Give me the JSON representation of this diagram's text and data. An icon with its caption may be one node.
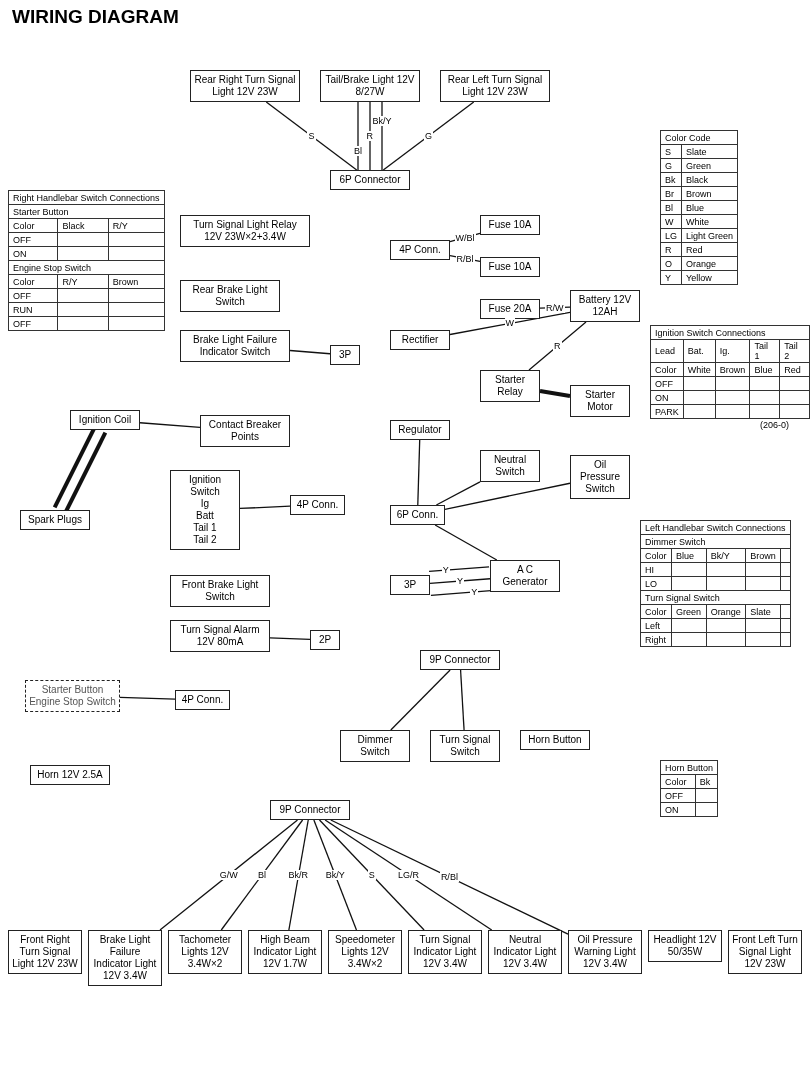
{
  "diagram": {
    "title": "WIRING DIAGRAM",
    "nodes": [
      {
        "text": [
          "Rear Right Turn Signal Light 12V 23W"
        ]
      },
      {
        "text": [
          "Tail/Brake Light 12V 8/27W"
        ]
      },
      {
        "text": [
          "Rear Left Turn Signal Light 12V 23W"
        ]
      },
      {
        "text": [
          "6P Connector"
        ]
      },
      {
        "text": [
          "4P Conn."
        ]
      },
      {
        "text": [
          "Fuse 10A"
        ]
      },
      {
        "text": [
          "Fuse 10A"
        ]
      },
      {
        "text": [
          "Fuse 20A"
        ]
      },
      {
        "text": [
          "Battery 12V 12AH"
        ]
      },
      {
        "text": [
          "Rectifier"
        ]
      },
      {
        "text": [
          "Starter Relay"
        ]
      },
      {
        "text": [
          "Starter Motor"
        ]
      },
      {
        "text": [
          "Regulator"
        ]
      },
      {
        "text": [
          "Neutral Switch"
        ]
      },
      {
        "text": [
          "Oil Pressure Switch"
        ]
      },
      {
        "text": [
          "6P Conn."
        ]
      },
      {
        "text": [
          "3P"
        ]
      },
      {
        "text": [
          "A C Generator"
        ]
      },
      {
        "text": [
          "Turn Signal Light Relay 12V 23W×2+3.4W"
        ]
      },
      {
        "text": [
          "Rear Brake Light Switch"
        ]
      },
      {
        "text": [
          "Brake Light Failure Indicator Switch"
        ]
      },
      {
        "text": [
          "3P"
        ]
      },
      {
        "text": [
          "Ignition Coil"
        ]
      },
      {
        "text": [
          "Contact Breaker Points"
        ]
      },
      {
        "text": [
          "Spark Plugs"
        ]
      },
      {
        "text": [
          "Ignition Switch",
          "Ig",
          "Batt",
          "Tail 1",
          "Tail 2"
        ]
      },
      {
        "text": [
          "4P Conn."
        ]
      },
      {
        "text": [
          "Front Brake Light Switch"
        ]
      },
      {
        "text": [
          "Turn Signal Alarm 12V 80mA"
        ]
      },
      {
        "text": [
          "2P"
        ]
      },
      {
        "text": [
          "4P Conn."
        ]
      },
      {
        "text": [
          "Starter Button Engine Stop Switch"
        ]
      },
      {
        "text": [
          "Horn 12V 2.5A"
        ]
      },
      {
        "text": [
          "9P Connector"
        ]
      },
      {
        "text": [
          "Dimmer Switch"
        ]
      },
      {
        "text": [
          "Turn Signal Switch"
        ]
      },
      {
        "text": [
          "Horn Button"
        ]
      },
      {
        "text": [
          "9P Connector"
        ]
      },
      {
        "text": [
          "Front Right Turn Signal Light 12V 23W"
        ]
      },
      {
        "text": [
          "Brake Light Failure Indicator Light 12V 3.4W"
        ]
      },
      {
        "text": [
          "Tachometer Lights 12V 3.4W×2"
        ]
      },
      {
        "text": [
          "High Beam Indicator Light 12V 1.7W"
        ]
      },
      {
        "text": [
          "Speedometer Lights 12V 3.4W×2"
        ]
      },
      {
        "text": [
          "Turn Signal Indicator Light 12V 3.4W"
        ]
      },
      {
        "text": [
          "Neutral Indicator Light 12V 3.4W"
        ]
      },
      {
        "text": [
          "Oil Pressure Warning Light 12V 3.4W"
        ]
      },
      {
        "text": [
          "Headlight 12V 50/35W"
        ]
      },
      {
        "text": [
          "Front Left Turn Signal Light 12V 23W"
        ]
      }
    ],
    "edges": [
      {
        "from": 0,
        "to": 3,
        "arrow": "none",
        "label": "S"
      },
      {
        "from": 1,
        "to": 3,
        "arrow": "none",
        "label": "Bk/Y"
      },
      {
        "from": 1,
        "to": 3,
        "arrow": "none",
        "label": "R"
      },
      {
        "from": 1,
        "to": 3,
        "arrow": "none",
        "label": "Bl"
      },
      {
        "from": 2,
        "to": 3,
        "arrow": "none",
        "label": "G"
      },
      {
        "from": 4,
        "to": 5,
        "arrow": "none",
        "label": "W/Bl"
      },
      {
        "from": 4,
        "to": 6,
        "arrow": "none",
        "label": "R/Bl"
      },
      {
        "from": 7,
        "to": 8,
        "arrow": "none",
        "label": "R/W"
      },
      {
        "from": 9,
        "to": 8,
        "arrow": "none",
        "label": "W"
      },
      {
        "from": 8,
        "to": 10,
        "arrow": "none",
        "label": "R"
      },
      {
        "from": 10,
        "to": 11,
        "arrow": "none",
        "style": "thick"
      },
      {
        "from": 12,
        "to": 15,
        "arrow": "none"
      },
      {
        "from": 13,
        "to": 15,
        "arrow": "none"
      },
      {
        "from": 14,
        "to": 15,
        "arrow": "none"
      },
      {
        "from": 15,
        "to": 17,
        "arrow": "none"
      },
      {
        "from": 16,
        "to": 17,
        "arrow": "none",
        "label": "Y"
      },
      {
        "from": 16,
        "to": 17,
        "arrow": "none",
        "label": "Y"
      },
      {
        "from": 16,
        "to": 17,
        "arrow": "none",
        "label": "Y"
      },
      {
        "from": 20,
        "to": 21,
        "arrow": "none"
      },
      {
        "from": 22,
        "to": 23,
        "arrow": "none"
      },
      {
        "from": 22,
        "to": 24,
        "arrow": "none",
        "style": "thick"
      },
      {
        "from": 22,
        "to": 24,
        "arrow": "none",
        "style": "thick"
      },
      {
        "from": 25,
        "to": 26,
        "arrow": "none"
      },
      {
        "from": 28,
        "to": 29,
        "arrow": "none"
      },
      {
        "from": 31,
        "to": 30,
        "arrow": "none"
      },
      {
        "from": 34,
        "to": 33,
        "arrow": "none"
      },
      {
        "from": 35,
        "to": 33,
        "arrow": "none"
      },
      {
        "from": 37,
        "to": 39,
        "arrow": "none",
        "label": "G/W"
      },
      {
        "from": 37,
        "to": 40,
        "arrow": "none",
        "label": "Bl"
      },
      {
        "from": 37,
        "to": 41,
        "arrow": "none",
        "label": "Bk/R"
      },
      {
        "from": 37,
        "to": 42,
        "arrow": "none",
        "label": "Bk/Y"
      },
      {
        "from": 37,
        "to": 43,
        "arrow": "none",
        "label": "S"
      },
      {
        "from": 37,
        "to": 44,
        "arrow": "none",
        "label": "LG/R"
      },
      {
        "from": 37,
        "to": 45,
        "arrow": "none",
        "label": "R/Bl"
      }
    ],
    "labels": [
      "Right Handlebar Switch Connections",
      "Starter Button",
      "Color",
      "Black",
      "R/Y",
      "OFF",
      "ON",
      "Engine Stop Switch",
      "Color",
      "R/Y",
      "Brown",
      "OFF",
      "RUN",
      "OFF",
      "Color Code",
      "S",
      "Slate",
      "G",
      "Green",
      "Bk",
      "Black",
      "Br",
      "Brown",
      "Bl",
      "Blue",
      "W",
      "White",
      "LG",
      "Light Green",
      "R",
      "Red",
      "O",
      "Orange",
      "Y",
      "Yellow",
      "Ignition Switch Connections",
      "Lead",
      "Bat.",
      "Ig.",
      "Tail 1",
      "Tail 2",
      "Color",
      "White",
      "Brown",
      "Blue",
      "Red",
      "OFF",
      "ON",
      "PARK",
      "(206-0)",
      "Left Handlebar Switch Connections",
      "Dimmer Switch",
      "Color",
      "Blue",
      "Bk/Y",
      "Brown",
      "HI",
      "LO",
      "Turn Signal Switch",
      "Color",
      "Green",
      "Orange",
      "Slate",
      "Left",
      "Right",
      "Horn Button",
      "Color",
      "Bk",
      "OFF",
      "ON"
    ]
  }
}
